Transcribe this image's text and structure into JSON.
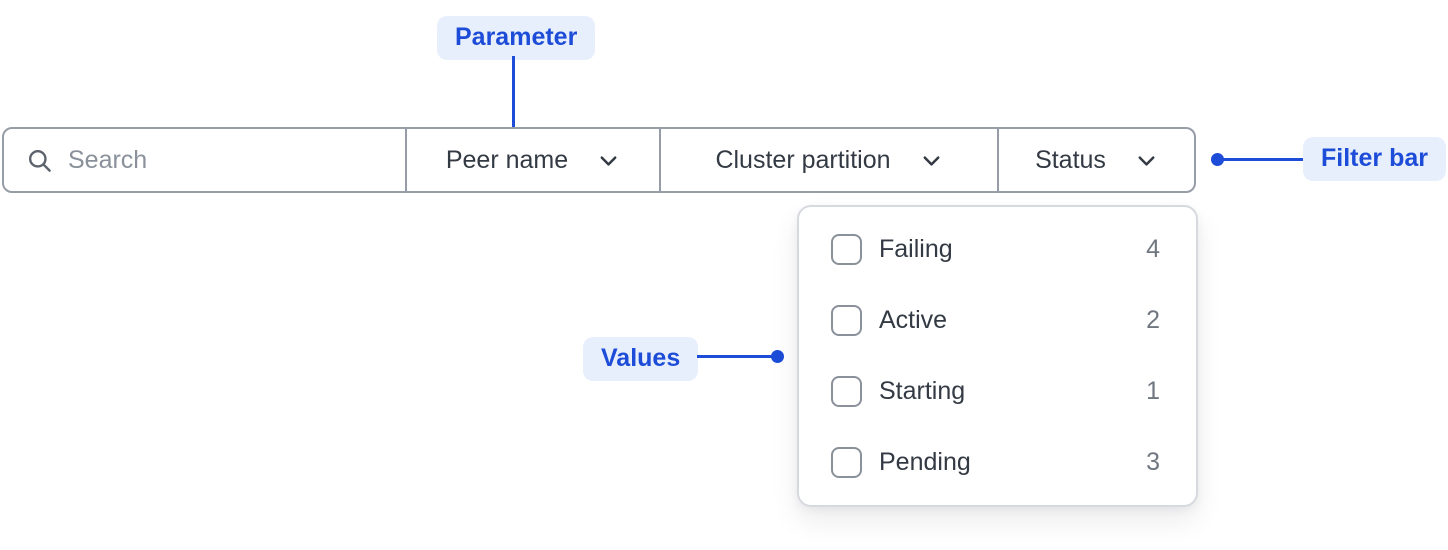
{
  "annotations": {
    "parameter_label": "Parameter",
    "filter_bar_label": "Filter bar",
    "values_label": "Values"
  },
  "filter_bar": {
    "search_placeholder": "Search",
    "dropdowns": [
      {
        "label": "Peer name"
      },
      {
        "label": "Cluster partition"
      },
      {
        "label": "Status"
      }
    ]
  },
  "status_dropdown": {
    "options": [
      {
        "label": "Failing",
        "count": "4",
        "checked": false
      },
      {
        "label": "Active",
        "count": "2",
        "checked": false
      },
      {
        "label": "Starting",
        "count": "1",
        "checked": false
      },
      {
        "label": "Pending",
        "count": "3",
        "checked": false
      }
    ]
  },
  "colors": {
    "accent": "#1d4cd8",
    "annotation_bg": "#e8effc",
    "bar_border": "#979da6",
    "text": "#333a44",
    "muted": "#707781"
  }
}
